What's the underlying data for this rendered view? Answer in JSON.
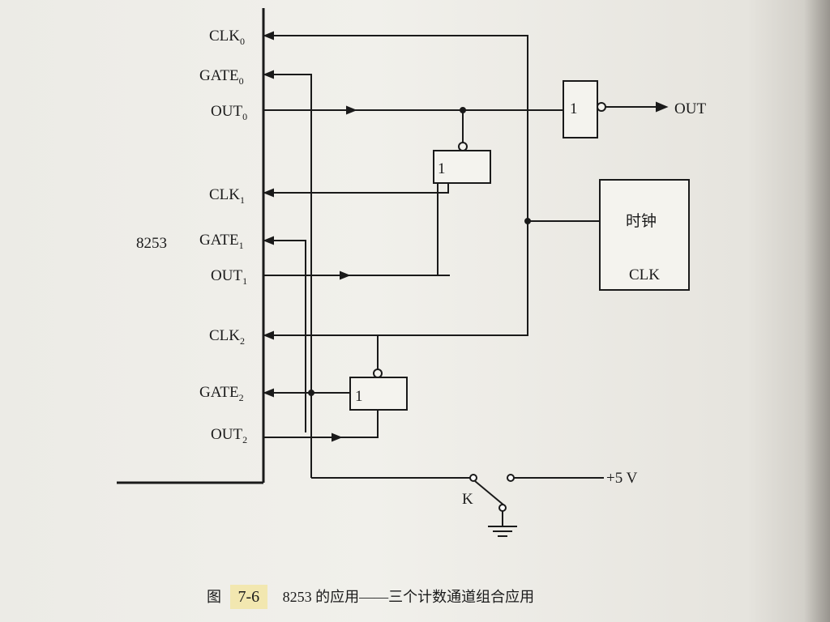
{
  "chip": {
    "name": "8253",
    "pins": [
      {
        "name": "CLK",
        "sub": "0"
      },
      {
        "name": "GATE",
        "sub": "0"
      },
      {
        "name": "OUT",
        "sub": "0"
      },
      {
        "name": "CLK",
        "sub": "1"
      },
      {
        "name": "GATE",
        "sub": "1"
      },
      {
        "name": "OUT",
        "sub": "1"
      },
      {
        "name": "CLK",
        "sub": "2"
      },
      {
        "name": "GATE",
        "sub": "2"
      },
      {
        "name": "OUT",
        "sub": "2"
      }
    ]
  },
  "gates": {
    "g_out": "1",
    "g_mid": "1",
    "g_low": "1"
  },
  "output_label": "OUT",
  "clock": {
    "title": "时钟",
    "label": "CLK"
  },
  "supply": "+5 V",
  "switch_label": "K",
  "caption": {
    "prefix": "图",
    "figure_number": "7-6",
    "text": "8253 的应用——三个计数通道组合应用"
  }
}
